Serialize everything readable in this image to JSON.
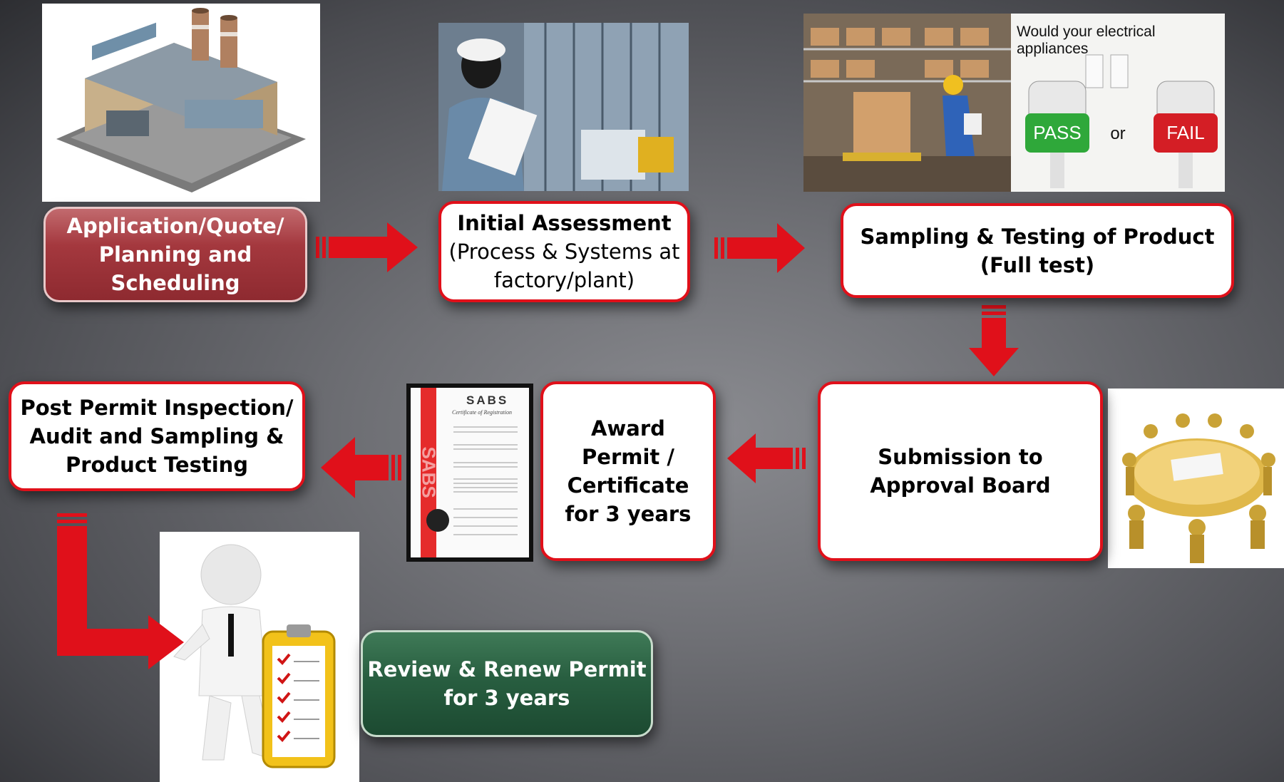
{
  "steps": {
    "application": "Application/Quote/\nPlanning and\nScheduling",
    "initial_title": "Initial Assessment",
    "initial_body": "(Process & Systems at\nfactory/plant)",
    "sampling": "Sampling & Testing of Product\n(Full test)",
    "submission": "Submission to\nApproval Board",
    "award": "Award\nPermit /\nCertificate\nfor 3 years",
    "post_permit": "Post Permit Inspection/\nAudit and Sampling &\nProduct Testing",
    "review": "Review & Renew Permit\nfor 3 years"
  },
  "images": {
    "test_panel": {
      "heading": "Would your electrical appliances",
      "pass": "PASS",
      "or": "or",
      "fail": "FAIL"
    },
    "certificate": {
      "brand": "SABS",
      "vertical": "SABS",
      "subtitle": "Certificate of Registration"
    }
  },
  "colors": {
    "arrow_red": "#e0101a",
    "box_border_red": "#e0101a",
    "application_fill": "#a4383e",
    "review_fill": "#285e40"
  }
}
